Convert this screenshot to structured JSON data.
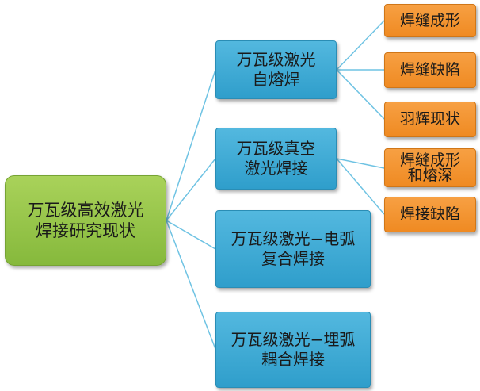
{
  "diagram": {
    "root": {
      "lines": [
        "万瓦级高效激光",
        "焊接研究现状"
      ],
      "color": "#95c746"
    },
    "branches": [
      {
        "lines": [
          "万瓦级激光",
          "自熔焊"
        ]
      },
      {
        "lines": [
          "万瓦级真空",
          "激光焊接"
        ]
      },
      {
        "lines": [
          "万瓦级激光−电弧",
          "复合焊接"
        ]
      },
      {
        "lines": [
          "万瓦级激光−埋弧",
          "耦合焊接"
        ]
      }
    ],
    "leaves_branch1": [
      {
        "lines": [
          "焊缝成形"
        ]
      },
      {
        "lines": [
          "焊缝缺陷"
        ]
      },
      {
        "lines": [
          "羽辉现状"
        ]
      }
    ],
    "leaves_branch2": [
      {
        "lines": [
          "焊缝成形",
          "和熔深"
        ]
      },
      {
        "lines": [
          "焊接缺陷"
        ]
      }
    ],
    "colors": {
      "branch": "#3aa7d2",
      "leaf": "#f39331",
      "connector": "#6fc3e3"
    }
  }
}
